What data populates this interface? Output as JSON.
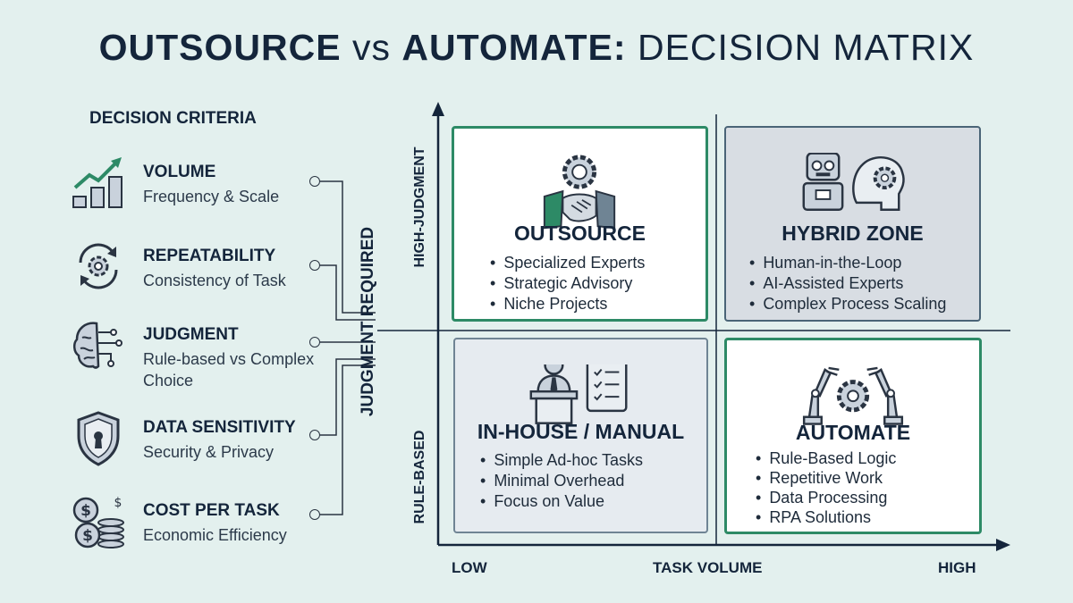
{
  "title": {
    "part1": "OUTSOURCE",
    "part2": "vs",
    "part3": "AUTOMATE:",
    "part4": "DECISION MATRIX"
  },
  "criteria": {
    "heading": "DECISION CRITERIA",
    "items": [
      {
        "name": "VOLUME",
        "desc": "Frequency & Scale",
        "icon": "growth-bar-chart-icon"
      },
      {
        "name": "REPEATABILITY",
        "desc": "Consistency of Task",
        "icon": "gear-cycle-icon"
      },
      {
        "name": "JUDGMENT",
        "desc": "Rule-based vs Complex Choice",
        "icon": "brain-circuit-icon"
      },
      {
        "name": "DATA SENSITIVITY",
        "desc": "Security & Privacy",
        "icon": "shield-lock-icon"
      },
      {
        "name": "COST PER TASK",
        "desc": "Economic Efficiency",
        "icon": "coin-stack-icon"
      }
    ]
  },
  "axes": {
    "y_label": "JUDGMENT REQUIRED",
    "y_high": "HIGH-JUDGMENT",
    "y_low": "RULE-BASED",
    "x_label": "TASK VOLUME",
    "x_low": "LOW",
    "x_high": "HIGH"
  },
  "quadrants": {
    "outsource": {
      "title": "OUTSOURCE",
      "bullets": [
        "Specialized Experts",
        "Strategic Advisory",
        "Niche Projects"
      ],
      "icon": "handshake-gear-icon"
    },
    "hybrid": {
      "title": "HYBRID ZONE",
      "bullets": [
        "Human-in-the-Loop",
        "AI-Assisted Experts",
        "Complex Process Scaling"
      ],
      "icon": "robot-human-icon"
    },
    "inhouse": {
      "title": "IN-HOUSE / MANUAL",
      "bullets": [
        "Simple Ad-hoc Tasks",
        "Minimal Overhead",
        "Focus on Value"
      ],
      "icon": "worker-clipboard-icon"
    },
    "automate": {
      "title": "AUTOMATE",
      "bullets": [
        "Rule-Based Logic",
        "Repetitive Work",
        "Data Processing",
        "RPA Solutions"
      ],
      "icon": "robotic-arms-icon"
    }
  },
  "colors": {
    "background": "#e3f0ee",
    "accent_green": "#2d8a66",
    "navy": "#14253b",
    "hybrid_fill": "#d8dde3"
  }
}
